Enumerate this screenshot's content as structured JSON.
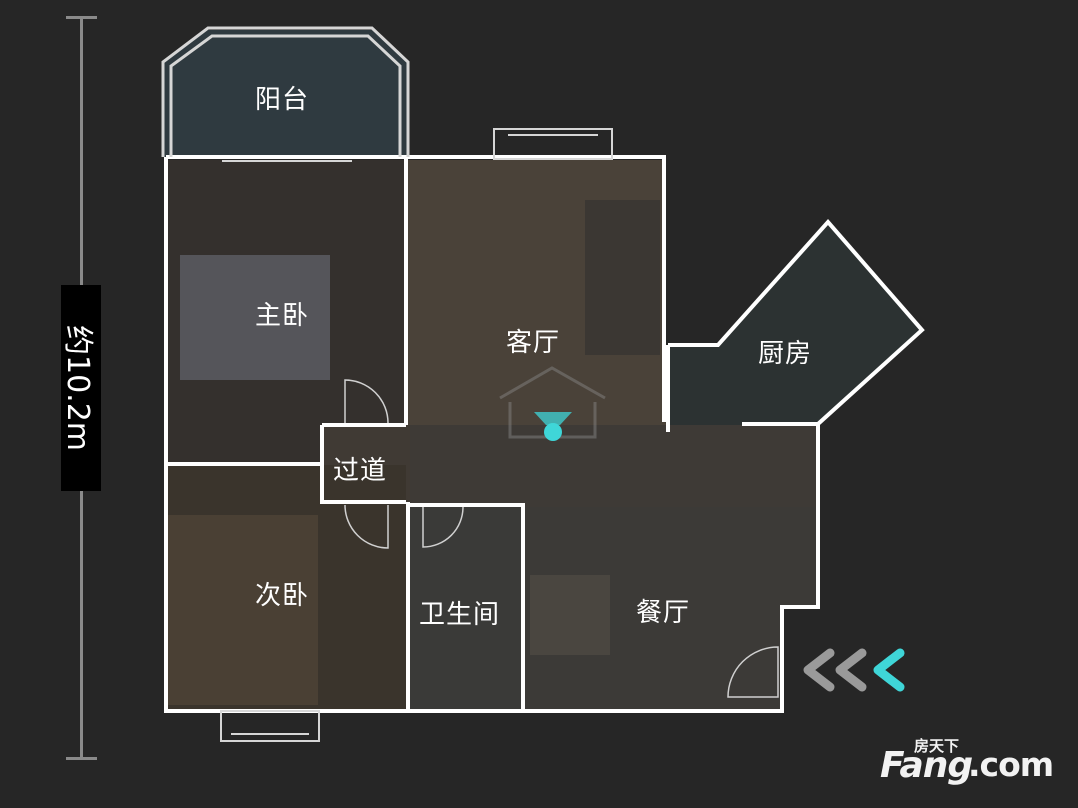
{
  "dimension": {
    "label": "约10.2m"
  },
  "rooms": {
    "balcony": "阳台",
    "master_bedroom": "主卧",
    "living_room": "客厅",
    "kitchen": "厨房",
    "hallway": "过道",
    "second_bedroom": "次卧",
    "bathroom": "卫生间",
    "dining_room": "餐厅"
  },
  "watermark": {
    "chinese": "房天下",
    "brand": "Fang",
    "domain": ".com"
  },
  "colors": {
    "background": "#262626",
    "wall": "#ffffff",
    "accent_cyan": "#3fd6d8",
    "chevron_gray": "#9a9a9a"
  },
  "icons": [
    "entrance-chevrons-icon",
    "camera-position-icon",
    "logo-watermark-icon"
  ]
}
